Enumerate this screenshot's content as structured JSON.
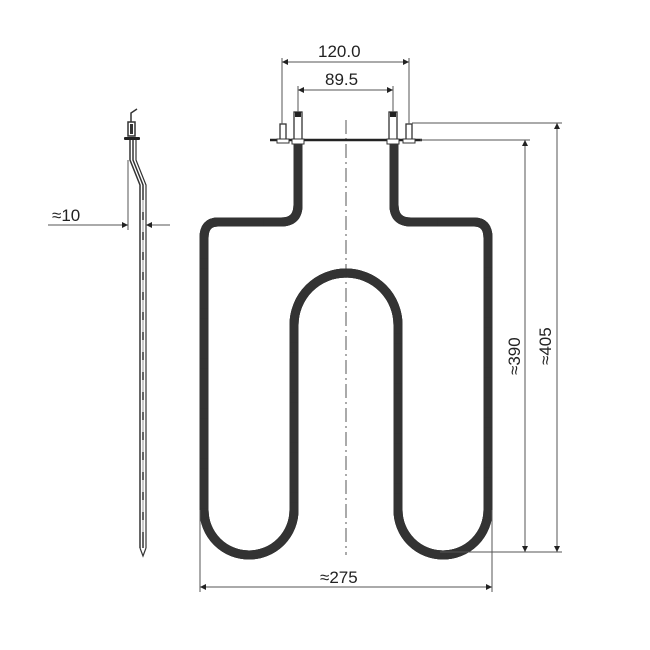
{
  "drawing": {
    "subject": "Oven heating element technical drawing",
    "colors": {
      "line": "#333333",
      "dimension": "#555555",
      "background": "#ffffff"
    },
    "dimensions": {
      "terminal_outer_spacing": "120.0",
      "terminal_inner_spacing": "89.5",
      "side_offset": "≈10",
      "width": "≈275",
      "height_to_flange": "≈390",
      "height_total": "≈405"
    },
    "views": [
      "side-view",
      "front-view"
    ]
  }
}
